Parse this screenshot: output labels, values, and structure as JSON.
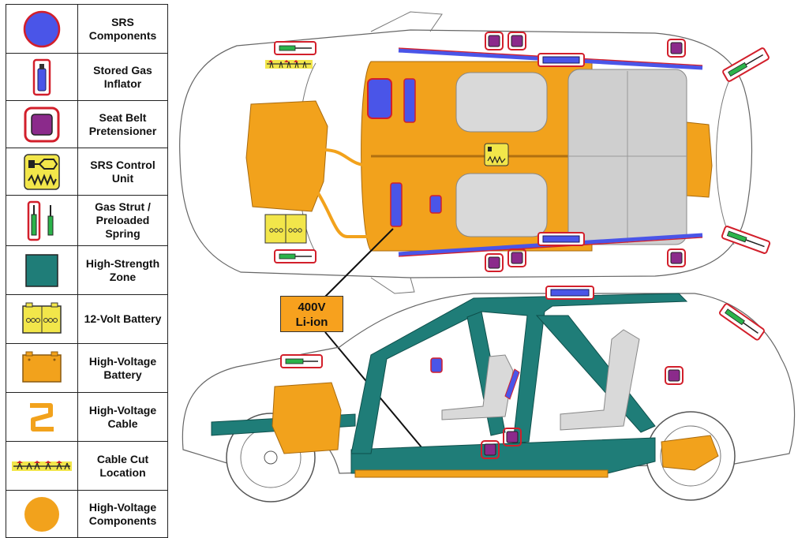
{
  "legend": [
    {
      "icon": "srs-components-icon",
      "label": "SRS Components"
    },
    {
      "icon": "stored-gas-inflator-icon",
      "label": "Stored Gas Inflator"
    },
    {
      "icon": "seat-belt-pretensioner-icon",
      "label": "Seat Belt Pretensioner"
    },
    {
      "icon": "srs-control-unit-icon",
      "label": "SRS Control Unit"
    },
    {
      "icon": "gas-strut-icon",
      "label": "Gas Strut / Preloaded Spring"
    },
    {
      "icon": "high-strength-zone-icon",
      "label": "High-Strength Zone"
    },
    {
      "icon": "12-volt-battery-icon",
      "label": "12-Volt Battery"
    },
    {
      "icon": "high-voltage-battery-icon",
      "label": "High-Voltage Battery"
    },
    {
      "icon": "high-voltage-cable-icon",
      "label": "High-Voltage Cable"
    },
    {
      "icon": "cable-cut-location-icon",
      "label": "Cable Cut Location"
    },
    {
      "icon": "high-voltage-components-icon",
      "label": "High-Voltage Components"
    }
  ],
  "callout": {
    "line1": "400V",
    "line2": "Li-ion"
  },
  "colors": {
    "srs_blue": "#4A55E8",
    "srs_red": "#D21F2B",
    "pretensioner_purple": "#8B2A8B",
    "gas_strut_green": "#2BB34A",
    "high_strength_teal": "#1F7D78",
    "battery_yellow": "#F2E64A",
    "hv_orange": "#F2A21C"
  }
}
